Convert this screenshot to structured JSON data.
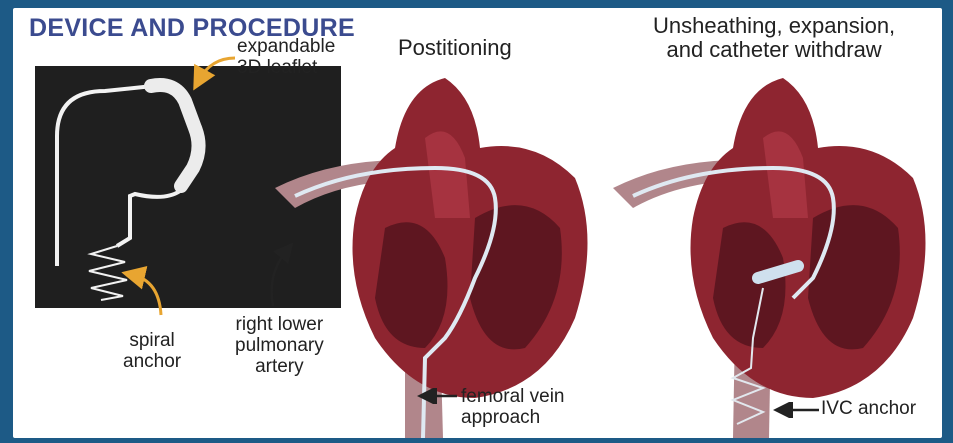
{
  "title": "DEVICE AND PROCEDURE",
  "labels": {
    "expandable_leaflet": [
      "expandable",
      "3D leaflet"
    ],
    "spiral_anchor": [
      "spiral",
      "anchor"
    ],
    "pulmonary_artery": [
      "right lower",
      "pulmonary",
      "artery"
    ],
    "positioning": "Postitioning",
    "unsheathing": [
      "Unsheathing, expansion,",
      "and catheter withdraw"
    ],
    "femoral_vein": [
      "femoral vein",
      "approach"
    ],
    "ivc_anchor": "IVC anchor"
  },
  "colors": {
    "background": "#1d5a86",
    "title": "#3b4b8f",
    "arrow_gold": "#e8a531",
    "heart_red": "#8e2530",
    "heart_dark": "#5e1620",
    "vessel": "#b1868b"
  }
}
